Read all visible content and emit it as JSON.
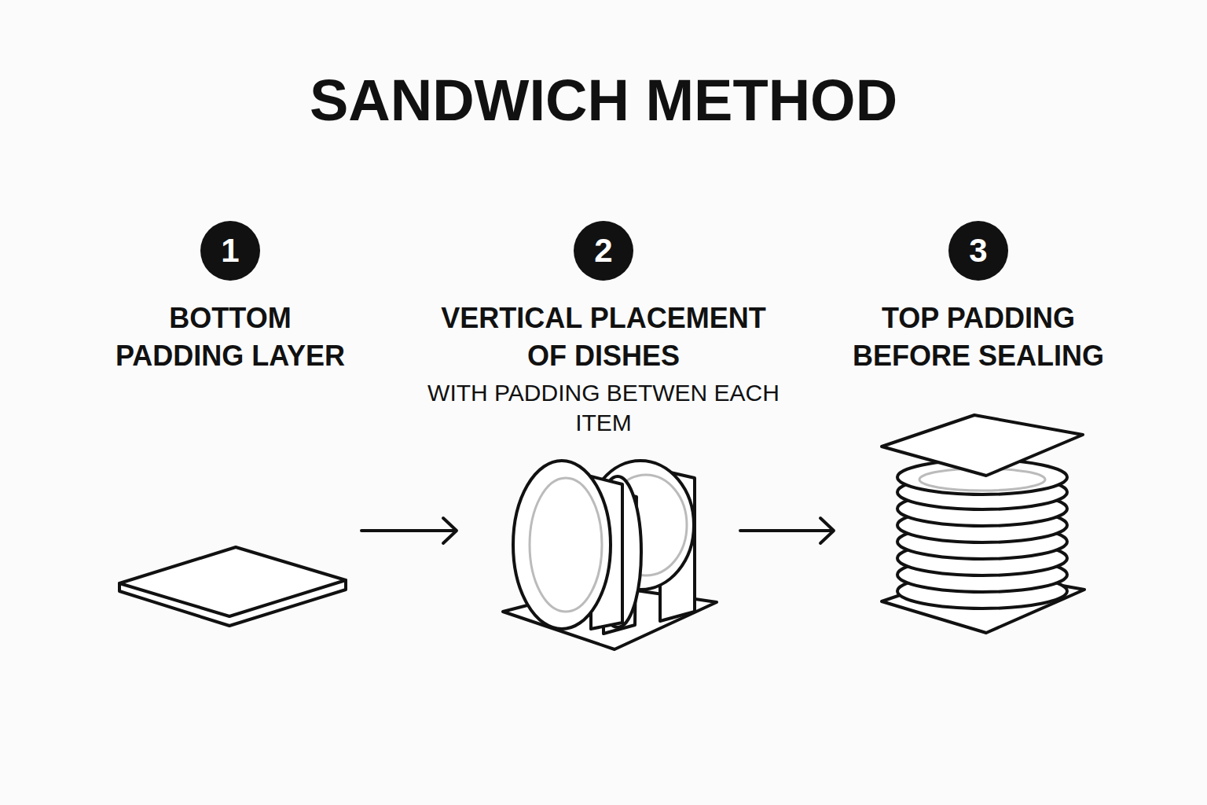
{
  "diagram": {
    "title": "SANDWICH METHOD",
    "nodes": [
      {
        "text": [
          "1",
          "BOTTOM PADDING LAYER"
        ]
      },
      {
        "text": [
          "2",
          "VERTICAL PLACEMENT OF DISHES",
          "WITH PADDING BETWEN EACH ITEM"
        ]
      },
      {
        "text": [
          "3",
          "TOP PADDING BEFORE SEALING"
        ]
      }
    ]
  }
}
